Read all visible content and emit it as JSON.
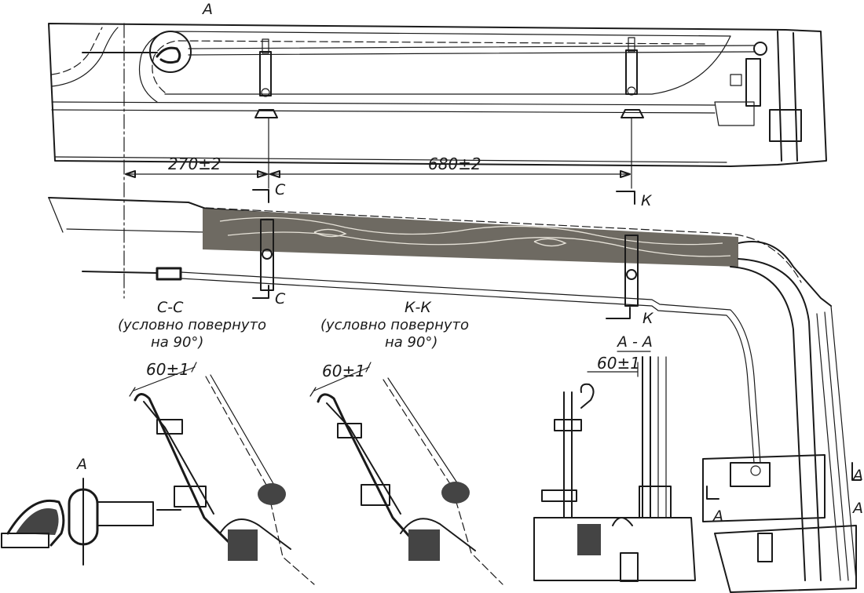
{
  "labels": {
    "detail_a_top": "А",
    "detail_a_left": "А",
    "section_a_mark_1": "А",
    "section_a_mark_2": "А",
    "section_a_mark_3": "А",
    "section_c_top": "С",
    "section_c_bottom": "С",
    "section_k_top": "К",
    "section_k_bottom": "К"
  },
  "dimensions": {
    "dim_270": "270±2",
    "dim_680": "680±2",
    "dim_60_c": "60±1",
    "dim_60_k": "60±1",
    "dim_60_a": "60±1"
  },
  "sections": {
    "cc_title": "С-С",
    "cc_note_1": "(условно повернуто",
    "cc_note_2": "на 90°)",
    "kk_title": "К-К",
    "kk_note_1": "(условно повернуто",
    "kk_note_2": "на 90°)",
    "aa_title": "А - А"
  }
}
